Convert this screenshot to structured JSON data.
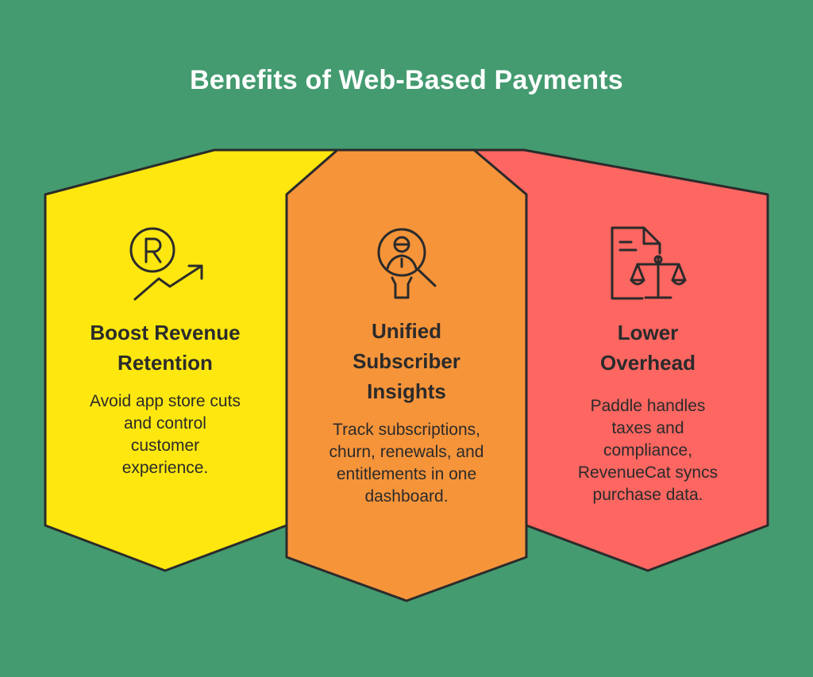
{
  "title": "Benefits of Web-Based Payments",
  "colors": {
    "background": "#449b70",
    "panel_left": "#fde70f",
    "panel_middle": "#f6943a",
    "panel_right": "#fd6661",
    "outline": "#2b2b2b",
    "title_text": "#ffffff"
  },
  "panels": [
    {
      "icon": "revenue-growth-icon",
      "heading_lines": [
        "Boost Revenue",
        "Retention"
      ],
      "desc_lines": [
        "Avoid app store cuts",
        "and control",
        "customer",
        "experience."
      ]
    },
    {
      "icon": "subscriber-search-icon",
      "heading_lines": [
        "Unified",
        "Subscriber",
        "Insights"
      ],
      "desc_lines": [
        "Track subscriptions,",
        "churn, renewals, and",
        "entitlements in one",
        "dashboard."
      ]
    },
    {
      "icon": "compliance-scale-icon",
      "heading_lines": [
        "Lower",
        "Overhead"
      ],
      "desc_lines": [
        "Paddle handles",
        "taxes and",
        "compliance,",
        "RevenueCat syncs",
        "purchase data."
      ]
    }
  ]
}
